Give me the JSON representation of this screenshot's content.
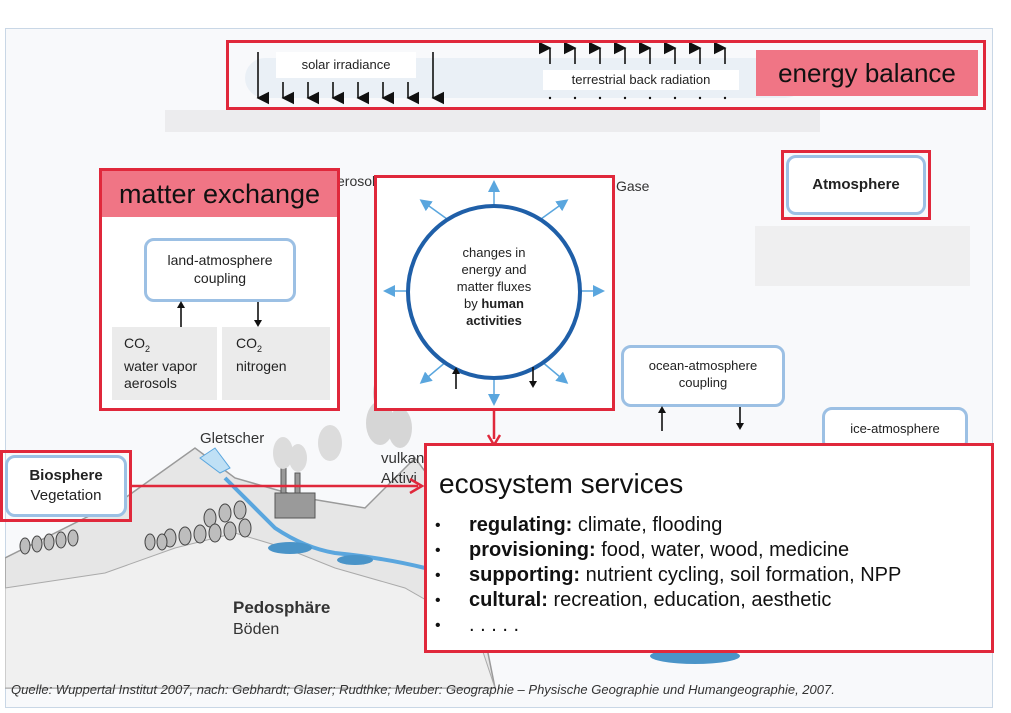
{
  "energy": {
    "solar": "solar irradiance",
    "terrestrial": "terrestrial back radiation",
    "label": "energy balance"
  },
  "matter": {
    "label": "matter exchange",
    "coupling": "land-atmosphere coupling",
    "left_lines": [
      "CO",
      "water vapor",
      "aerosols"
    ],
    "right_lines": [
      "CO",
      "nitrogen"
    ],
    "subscript": "2"
  },
  "center": {
    "line1": "changes in",
    "line2": "energy and",
    "line3": "matter fluxes",
    "line4_prefix": "by",
    "line4_bold": "human",
    "line5_bold": "activities"
  },
  "atmosphere": "Atmosphere",
  "ocean": "ocean-atmosphere coupling",
  "ice": "ice-atmosphere",
  "biosphere": {
    "title": "Biosphere",
    "subtitle": "Vegetation"
  },
  "background_labels": {
    "aerosole": "erosole",
    "gase": "Gase",
    "gletscher": "Gletscher",
    "vulkan": "vulkan",
    "aktiv": "Aktivi",
    "pedosphaere": "Pedosphäre",
    "boeden": "Böden"
  },
  "services": {
    "title": "ecosystem services",
    "items": [
      {
        "bold": "regulating:",
        "text": " climate, flooding"
      },
      {
        "bold": "provisioning:",
        "text": " food, water, wood, medicine"
      },
      {
        "bold": "supporting:",
        "text": " nutrient cycling, soil formation, NPP"
      },
      {
        "bold": "cultural:",
        "text": " recreation, education, aesthetic"
      },
      {
        "bold": "",
        "text": ". . . . ."
      }
    ]
  },
  "source": "Quelle:  Wuppertal Institut 2007, nach: Gebhardt; Glaser; Rudthke; Meuber: Geographie – Physische Geographie und Humangeographie, 2007.",
  "colors": {
    "red": "#e0283b",
    "pink": "#f07585",
    "blue_border": "#9cc0e4",
    "circle": "#1f5fa8",
    "arrow_blue": "#5aa6de"
  }
}
